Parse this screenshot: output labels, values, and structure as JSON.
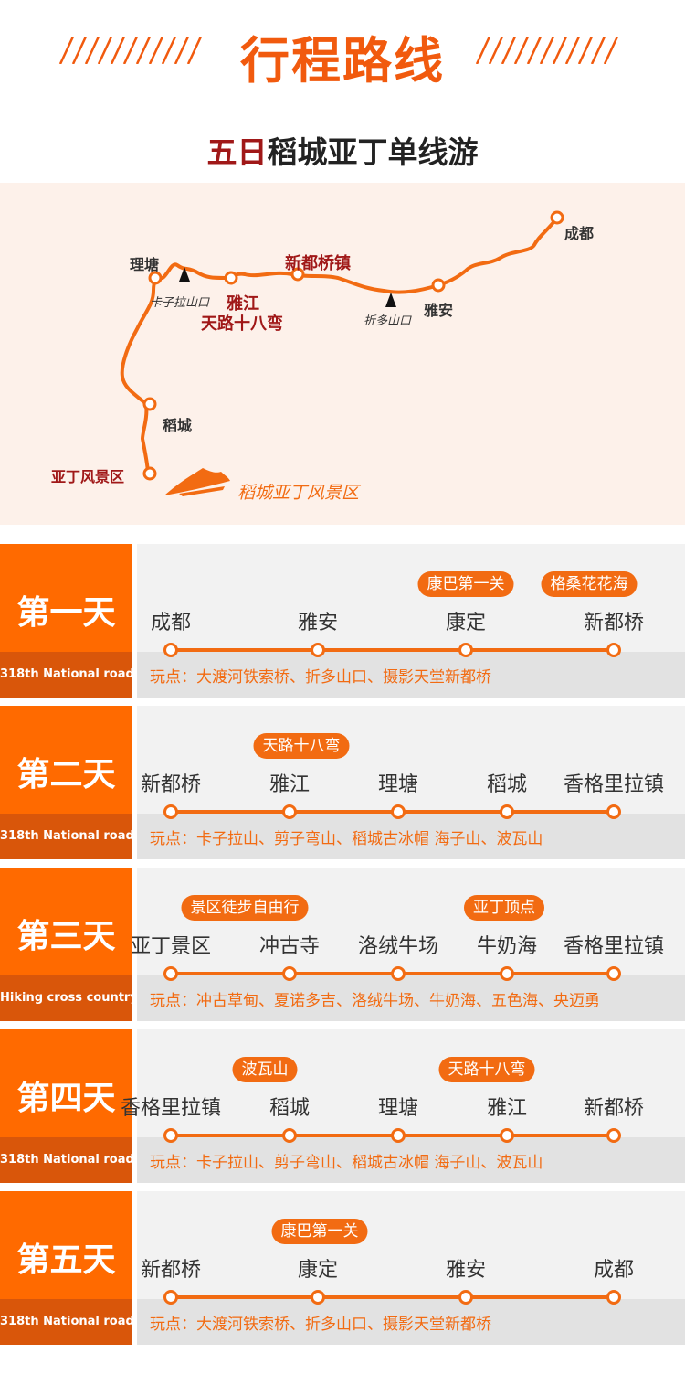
{
  "header": {
    "title": "行程路线",
    "subtitle_red": "五日",
    "subtitle_rest": "稻城亚丁单线游"
  },
  "map": {
    "labels": {
      "chengdu": "成都",
      "yaan": "雅安",
      "zheduo": "折多山口",
      "xinduqiao": "新都桥镇",
      "litang": "理塘",
      "kazila": "卡子拉山口",
      "yajiang": "雅江",
      "tianlu": "天路十八弯",
      "daocheng": "稻城",
      "yading": "亚丁风景区",
      "scenic": "稻城亚丁风景区"
    }
  },
  "days": [
    {
      "title": "第一天",
      "sub": "318th National road",
      "stops": [
        "成都",
        "雅安",
        "康定",
        "新都桥"
      ],
      "badges": [
        "康巴第一关",
        "格桑花花海"
      ],
      "spots": "玩点：大渡河铁索桥、折多山口、摄影天堂新都桥"
    },
    {
      "title": "第二天",
      "sub": "318th National road",
      "stops": [
        "新都桥",
        "雅江",
        "理塘",
        "稻城",
        "香格里拉镇"
      ],
      "badges": [
        "天路十八弯"
      ],
      "spots": "玩点：卡子拉山、剪子弯山、稻城古冰帽 海子山、波瓦山"
    },
    {
      "title": "第三天",
      "sub": "Hiking cross country",
      "stops": [
        "亚丁景区",
        "冲古寺",
        "洛绒牛场",
        "牛奶海",
        "香格里拉镇"
      ],
      "badges": [
        "景区徒步自由行",
        "亚丁顶点"
      ],
      "spots": "玩点：冲古草甸、夏诺多吉、洛绒牛场、牛奶海、五色海、央迈勇"
    },
    {
      "title": "第四天",
      "sub": "318th National road",
      "stops": [
        "香格里拉镇",
        "稻城",
        "理塘",
        "雅江",
        "新都桥"
      ],
      "badges": [
        "波瓦山",
        "天路十八弯"
      ],
      "spots": "玩点：卡子拉山、剪子弯山、稻城古冰帽 海子山、波瓦山"
    },
    {
      "title": "第五天",
      "sub": "318th National road",
      "stops": [
        "新都桥",
        "康定",
        "雅安",
        "成都"
      ],
      "badges": [
        "康巴第一关"
      ],
      "spots": "玩点：大渡河铁索桥、折多山口、摄影天堂新都桥"
    }
  ],
  "colors": {
    "accent": "#f26b12",
    "dark_red": "#a01818"
  }
}
